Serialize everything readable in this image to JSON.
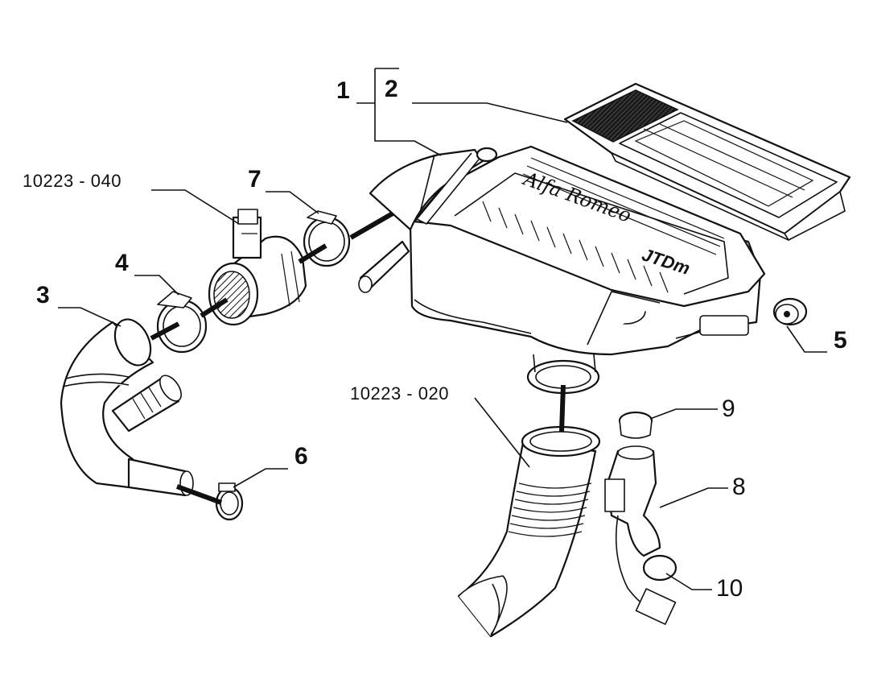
{
  "labels": {
    "l1": "1",
    "l2": "2",
    "l3": "3",
    "l4": "4",
    "l5": "5",
    "l6": "6",
    "l7": "7",
    "l8": "8",
    "l9": "9",
    "l10": "10",
    "code_040": "10223 - 040",
    "code_020": "10223 - 020"
  },
  "cover": {
    "brand": "Alfa Romeo",
    "badge": "JTDm"
  }
}
